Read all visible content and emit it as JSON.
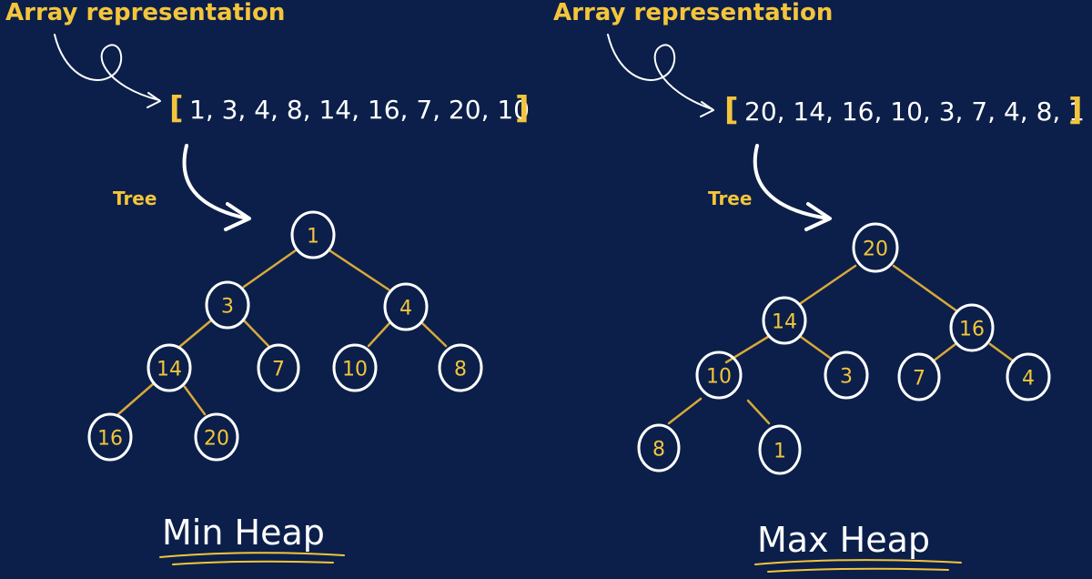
{
  "panels": [
    {
      "annotation_label": "Array representation",
      "array_open": "[",
      "array_values": "1, 3, 4, 8, 14, 16, 7, 20, 10",
      "array_close": "]",
      "tree_label": "Tree",
      "heap_title": "Min Heap",
      "nodes": [
        "1",
        "3",
        "4",
        "14",
        "7",
        "10",
        "8",
        "16",
        "20"
      ]
    },
    {
      "annotation_label": "Array representation",
      "array_open": "[",
      "array_values": "20, 14, 16, 10, 3, 7, 4, 8, 1",
      "array_close": "]",
      "tree_label": "Tree",
      "heap_title": "Max Heap",
      "nodes": [
        "20",
        "14",
        "16",
        "10",
        "3",
        "7",
        "4",
        "8",
        "1"
      ]
    }
  ],
  "colors": {
    "background": "#0b1f4a",
    "accent_yellow": "#f4c53b",
    "edge": "#d8a83a",
    "outline_white": "#ffffff"
  }
}
